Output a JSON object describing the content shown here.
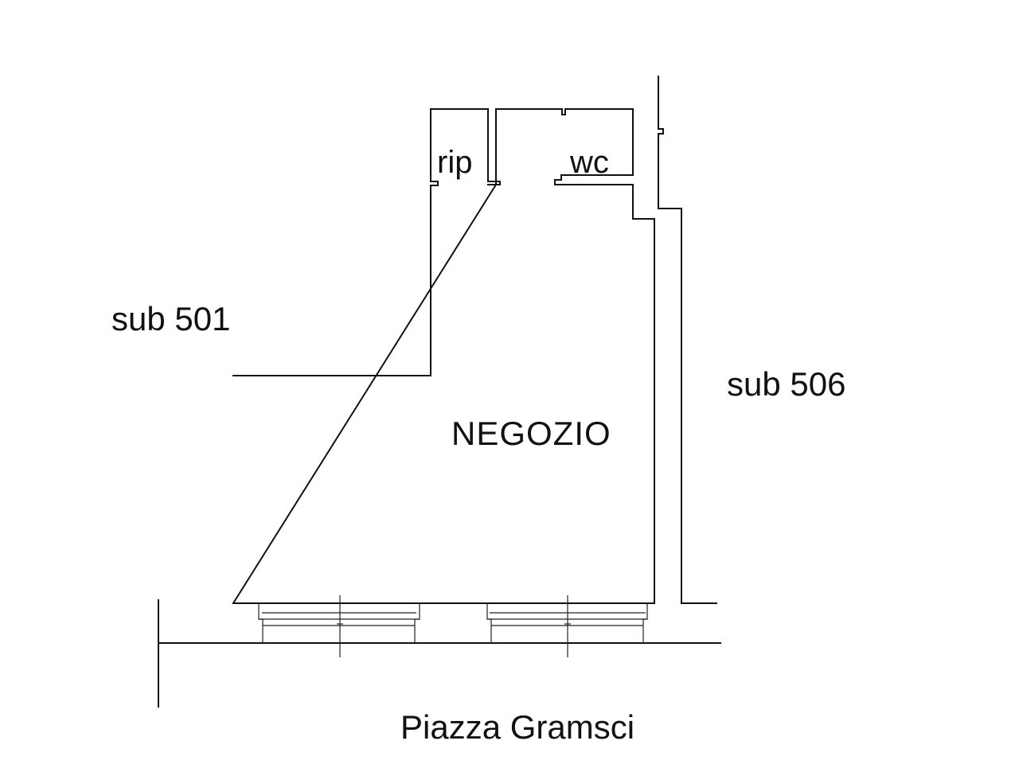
{
  "labels": {
    "sub_501": "sub 501",
    "sub_506": "sub 506",
    "shop": "NEGOZIO",
    "storage": "rip",
    "toilet": "wc",
    "square": "Piazza Gramsci"
  }
}
